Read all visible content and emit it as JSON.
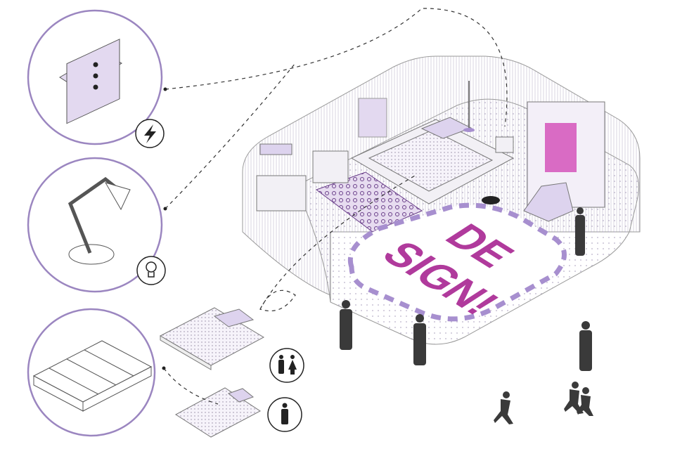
{
  "floor_sign": {
    "line1": "DE",
    "line2": "SIGN!"
  },
  "colors": {
    "accent": "#b03a9c",
    "lavender": "#a78fcf",
    "light_lavender": "#ddd3ee",
    "circle_stroke": "#9b86c0",
    "figure": "#3a3a3a"
  },
  "callouts": [
    {
      "name": "wall-socket",
      "badge_icon": "lightning-icon"
    },
    {
      "name": "desk-lamp",
      "badge_icon": "lightbulb-icon"
    },
    {
      "name": "pallet",
      "badge_icon": "couple-icon"
    }
  ],
  "mattresses": [
    {
      "name": "double-mattress",
      "badge_icon": "couple-icon"
    },
    {
      "name": "single-mattress",
      "badge_icon": "person-icon"
    }
  ]
}
